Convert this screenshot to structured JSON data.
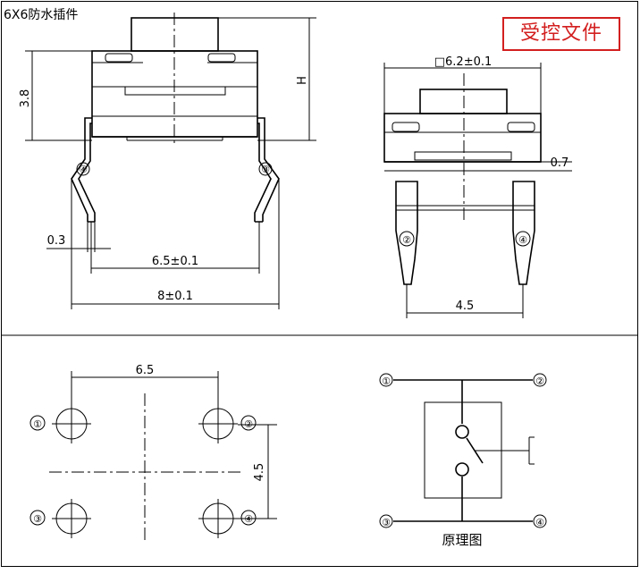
{
  "header": {
    "title": "6X6防水插件",
    "stamp": "受控文件"
  },
  "side_view": {
    "height_label": "3.8",
    "total_height_label": "H",
    "lead_thickness_label": "0.3",
    "pin_pitch_label": "6.5±0.1",
    "overall_width_label": "8±0.1",
    "pin_left_label": "④",
    "pin_right_label": "③"
  },
  "front_view": {
    "body_size_label": "□6.2±0.1",
    "standoff_label": "0.7",
    "pin_pitch_label": "4.5",
    "pin_left_label": "②",
    "pin_right_label": "④"
  },
  "pcb_layout": {
    "horizontal_pitch_label": "6.5",
    "vertical_pitch_label": "4.5",
    "pads": [
      "①",
      "②",
      "③",
      "④"
    ]
  },
  "schematic": {
    "caption": "原理图",
    "terminals": [
      "①",
      "②",
      "③",
      "④"
    ]
  }
}
